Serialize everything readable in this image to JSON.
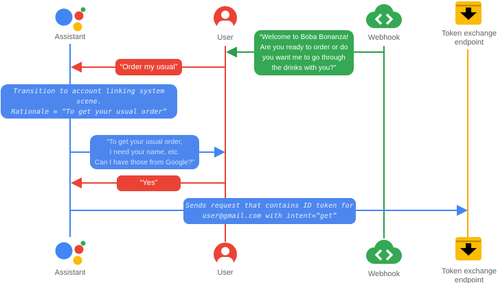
{
  "colors": {
    "blue": "#4285f4",
    "red": "#ea4335",
    "green": "#34a853",
    "amber": "#f9ab00",
    "label_grey": "#5f6368"
  },
  "icons": {
    "assistant": "google-assistant-logo",
    "user": "account-circle",
    "webhook": "code-cloud",
    "token_endpoint": "inbox-download-box"
  },
  "actors": {
    "assistant": {
      "label": "Assistant"
    },
    "user": {
      "label": "User"
    },
    "webhook": {
      "label": "Webhook"
    },
    "token_endpoint": {
      "label_lines": [
        "Token exchange",
        "endpoint"
      ]
    }
  },
  "messages": {
    "welcome": {
      "from": "webhook",
      "to": "user",
      "lines": [
        "“Welcome to Boba Bonanza!",
        "Are you ready to order or do",
        "you want me to go through",
        "the drinks with you?”"
      ]
    },
    "order_my_usual": {
      "from": "user",
      "to": "assistant",
      "text": "“Order my usual”"
    },
    "transition_note": {
      "on": "assistant",
      "lines": [
        "Transition to account linking system scene.",
        "Rationale = “To get your usual order”"
      ]
    },
    "account_linking_prompt": {
      "from": "assistant",
      "to": "user",
      "lines": [
        "“To get your usual order,",
        "I need your name, etc.",
        "Can I have those from Google?”"
      ]
    },
    "yes": {
      "from": "user",
      "to": "assistant",
      "text": "“Yes”"
    },
    "token_request": {
      "from": "assistant",
      "to": "token_endpoint",
      "lines": [
        "Sends request that contains ID token for",
        "user@gmail.com with intent=“get”"
      ]
    }
  }
}
